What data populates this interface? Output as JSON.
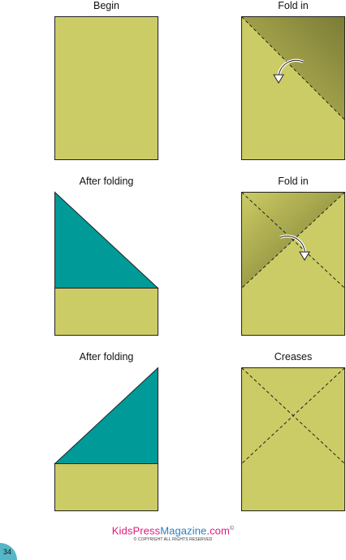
{
  "steps": [
    {
      "label": "Begin"
    },
    {
      "label": "Fold in"
    },
    {
      "label": "After folding"
    },
    {
      "label": "Fold in"
    },
    {
      "label": "After folding"
    },
    {
      "label": "Creases"
    }
  ],
  "footer": {
    "brand_part1": "KidsPress",
    "brand_part2": "Magazine",
    "brand_part3": ".com",
    "brand_mark": "©",
    "copyright": "© COPYRIGHT ALL RIGHTS RESERVED"
  },
  "page": {
    "number": "34"
  },
  "colors": {
    "paper": "#cccc66",
    "paper_shadow": "#86863f",
    "folded_flap": "#009a99",
    "outline": "#222222",
    "page_tab": "#55b6c8"
  }
}
